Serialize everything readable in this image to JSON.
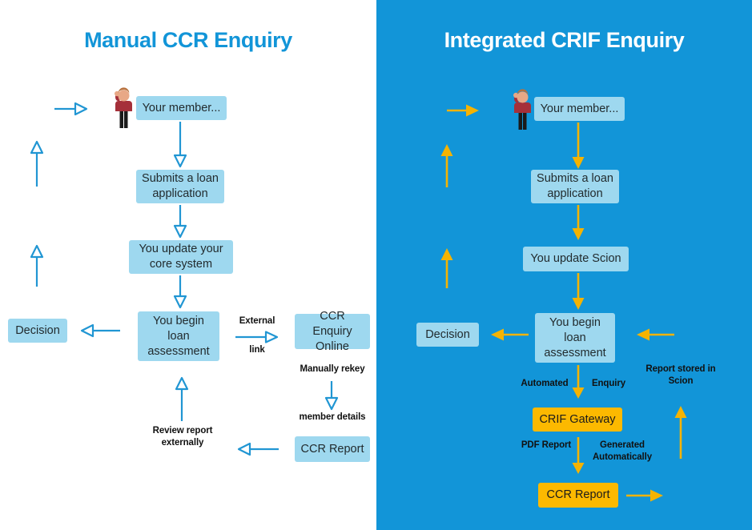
{
  "colors": {
    "brand_blue": "#1295d8",
    "panel_right_bg": "#1295d8",
    "box_blue": "#9ed8ef",
    "box_orange": "#fcb900",
    "arrow_blue": "#2196d3",
    "arrow_orange": "#f5b301",
    "title_left": "#1295d8",
    "title_right": "#ffffff",
    "label_text": "#111111"
  },
  "left_panel": {
    "title": "Manual CCR Enquiry",
    "boxes": {
      "your_member": "Your member...",
      "submits_loan": "Submits a loan application",
      "update_core": "You update your core system",
      "begin_assessment": "You begin loan assessment",
      "decision": "Decision",
      "ccr_enquiry_online": "CCR Enquiry Online",
      "ccr_report": "CCR Report"
    },
    "labels": {
      "external_link_top": "External",
      "external_link_bottom": "link",
      "manually_rekey": "Manually rekey",
      "member_details": "member details",
      "review_report": "Review report externally"
    }
  },
  "right_panel": {
    "title": "Integrated CRIF Enquiry",
    "boxes": {
      "your_member": "Your member...",
      "submits_loan": "Submits a loan application",
      "update_scion": "You update Scion",
      "begin_assessment": "You begin loan assessment",
      "decision": "Decision",
      "crif_gateway": "CRIF Gateway",
      "ccr_report": "CCR Report"
    },
    "labels": {
      "automated": "Automated",
      "enquiry": "Enquiry",
      "pdf_report": "PDF Report",
      "generated_automatically": "Generated Automatically",
      "report_stored": "Report stored in Scion"
    }
  },
  "icons": {
    "person_left": "person-waving-icon",
    "person_right": "person-waving-icon"
  }
}
